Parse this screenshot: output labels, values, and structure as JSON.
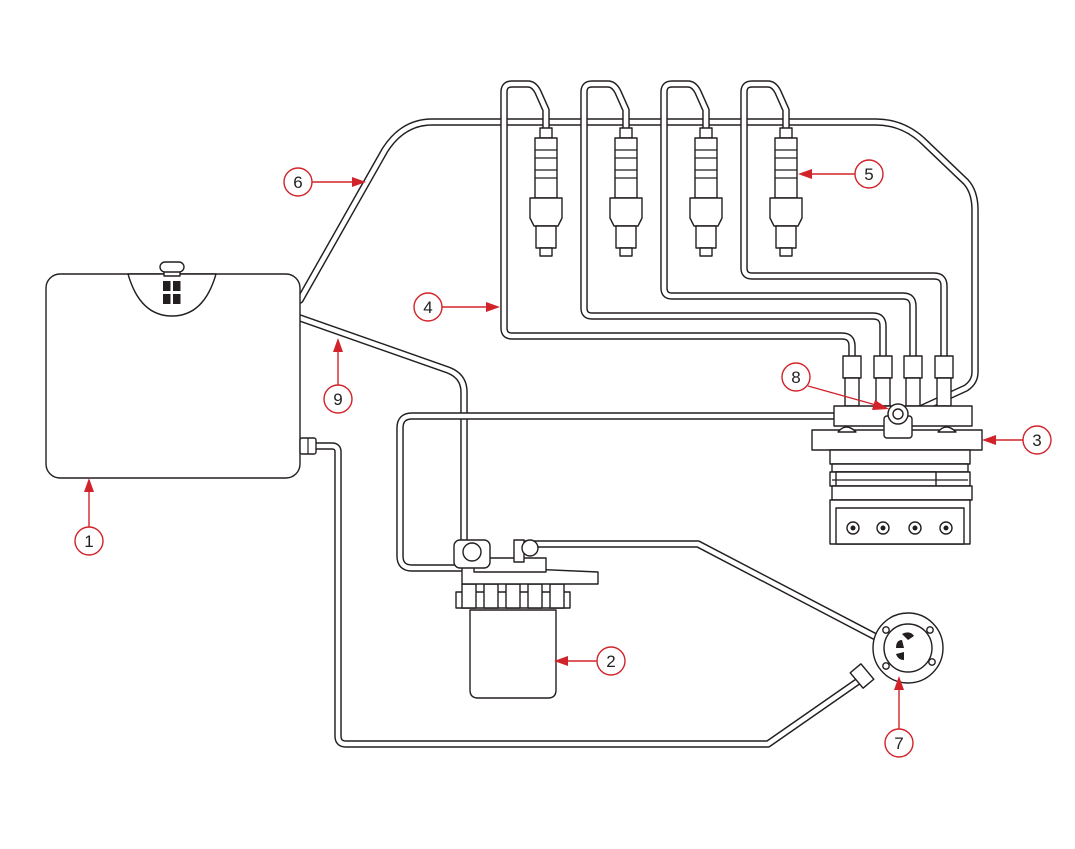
{
  "colors": {
    "callout": "#d2232a",
    "line": "#231f20",
    "background": "#ffffff"
  },
  "callouts": [
    {
      "id": "1",
      "label": "1"
    },
    {
      "id": "2",
      "label": "2"
    },
    {
      "id": "3",
      "label": "3"
    },
    {
      "id": "4",
      "label": "4"
    },
    {
      "id": "5",
      "label": "5"
    },
    {
      "id": "6",
      "label": "6"
    },
    {
      "id": "7",
      "label": "7"
    },
    {
      "id": "8",
      "label": "8"
    },
    {
      "id": "9",
      "label": "9"
    }
  ]
}
